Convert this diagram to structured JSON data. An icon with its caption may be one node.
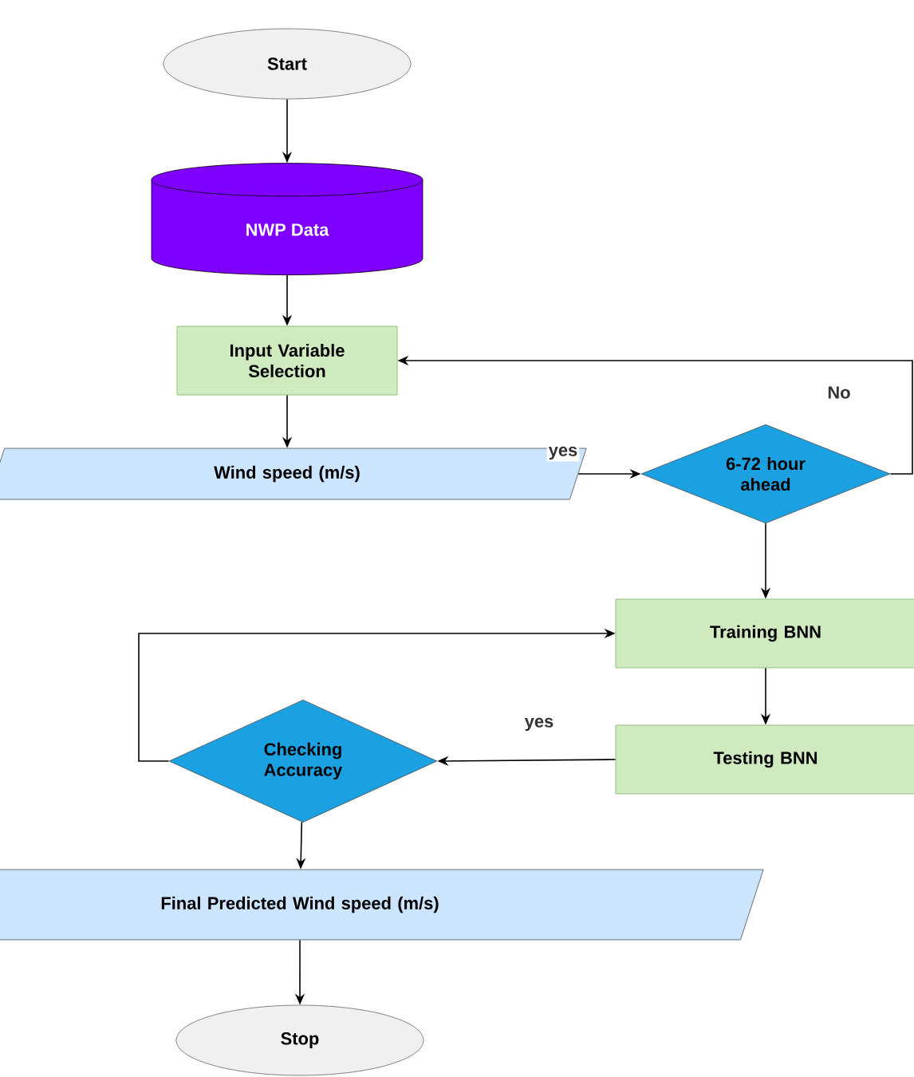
{
  "diagram": {
    "nodes": [
      {
        "text": [
          "Start"
        ]
      },
      {
        "text": [
          "NWP Data"
        ]
      },
      {
        "text": [
          "Input Variable Selection"
        ]
      },
      {
        "text": [
          "Wind speed (m/s)"
        ]
      },
      {
        "text": [
          "6-72 hour ahead"
        ]
      },
      {
        "text": [
          "Training BNN"
        ]
      },
      {
        "text": [
          "Testing BNN"
        ]
      },
      {
        "text": [
          "Checking Accuracy"
        ]
      },
      {
        "text": [
          "Final Predicted Wind speed (m/s)"
        ]
      },
      {
        "text": [
          "Stop"
        ]
      }
    ],
    "edges": [
      {
        "from": 0,
        "to": 1,
        "arrow": "to"
      },
      {
        "from": 1,
        "to": 2,
        "arrow": "to"
      },
      {
        "from": 2,
        "to": 3,
        "arrow": "to"
      },
      {
        "from": 3,
        "to": 4,
        "arrow": "to",
        "label": "yes"
      },
      {
        "from": 4,
        "to": 2,
        "arrow": "to",
        "label": "No"
      },
      {
        "from": 4,
        "to": 5,
        "arrow": "to"
      },
      {
        "from": 5,
        "to": 6,
        "arrow": "to"
      },
      {
        "from": 6,
        "to": 7,
        "arrow": "to",
        "label": "yes"
      },
      {
        "from": 7,
        "to": 5,
        "arrow": "to"
      },
      {
        "from": 7,
        "to": 8,
        "arrow": "to"
      },
      {
        "from": 8,
        "to": 9,
        "arrow": "to"
      }
    ]
  }
}
